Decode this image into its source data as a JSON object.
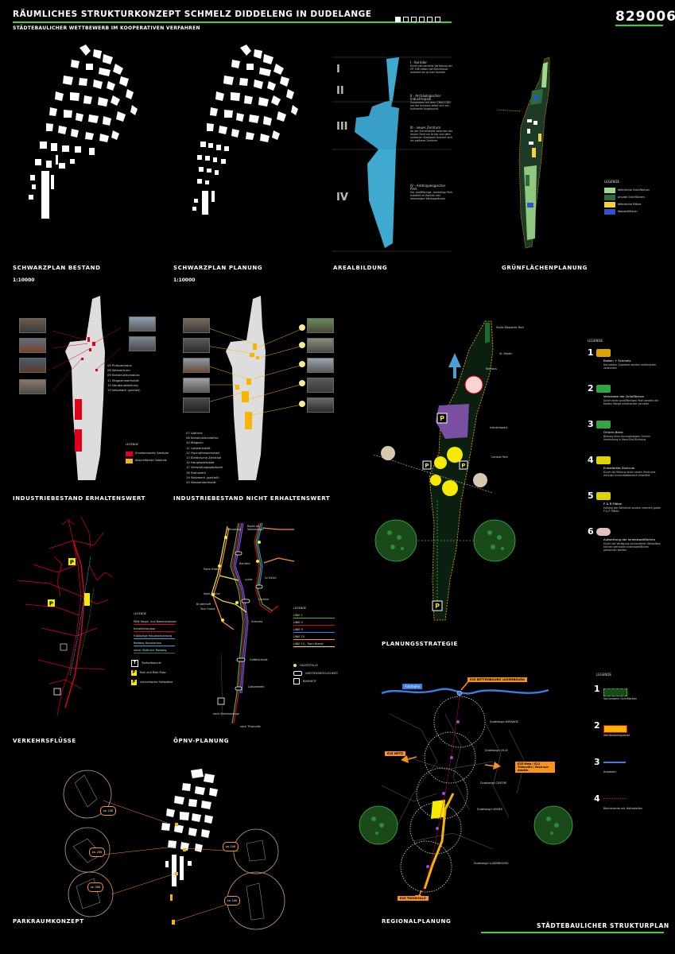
{
  "header": {
    "title": "RÄUMLICHES STRUKTURKONZEPT SCHMELZ DIDDELENG IN DUDELANGE",
    "subtitle": "STÄDTEBAULICHER WETTBEWERB IM KOOPERATIVEN VERFAHREN",
    "entry_number": "829006",
    "page_count": 6,
    "active_page": 1
  },
  "footer": {
    "label": "STÄDTEBAULICHER STRUKTURPLAN"
  },
  "panels": {
    "schwarzplan_bestand": {
      "label": "SCHWARZPLAN BESTAND",
      "scale": "1:10000"
    },
    "schwarzplan_planung": {
      "label": "SCHWARZPLAN PLANUNG",
      "scale": "1:10000"
    },
    "arealbildung": {
      "label": "AREALBILDUNG",
      "zones": [
        {
          "numeral": "I",
          "title": "I - Korridor",
          "text": "Durch die partielle Verlegung der CR 196 neben die Bahntrasse entsteht ein grüner Korridor"
        },
        {
          "numeral": "II",
          "title": "II - Archäologischer Industriepark",
          "text": "Zusammen mit dem CNA/CCDD um die Schmelz bildet sich ein kultureller Angelpunkt"
        },
        {
          "numeral": "III",
          "title": "III - neues Zentrum",
          "text": "An der Schnittstelle zwischen der neuen Zentrum Achse und dem südlichen Stadtpark formiert sich ein weiteres Zentrum"
        },
        {
          "numeral": "IV",
          "title": "IV - Anthropologischer Park",
          "text": "Der großflächige, dreieckige Park entsteht im Bereich des ehemaligen Werksgeländes"
        }
      ]
    },
    "gruenflaechenplanung": {
      "label": "GRÜNFLÄCHENPLANUNG",
      "legend_title": "LEGENDE",
      "legend": [
        {
          "label": "öffentliche Grünflächen",
          "color": "#9ed88a"
        },
        {
          "label": "private Grünflächen",
          "color": "#2f6b3a"
        },
        {
          "label": "öffentliche Plätze",
          "color": "#f5d23a"
        },
        {
          "label": "Wasserflächen",
          "color": "#2c55c8"
        }
      ]
    },
    "industrie_erhaltenswert": {
      "label": "INDUSTRIEBESTAND ERHALTENSWERT",
      "list": [
        "05 Pumpenhaus",
        "06 Wasserturm",
        "09 Konstruktionsbüro",
        "11 Magazinwerkstatt",
        "15 Neubauabteilung",
        "19 Walzwerk (partiell)"
      ],
      "legend_title": "LEGENDE",
      "legend": [
        {
          "label": "Erhaltenswerte Gebäude",
          "color": "#e0001a"
        },
        {
          "label": "Abzureißende Gebäude",
          "color": "#f6b500"
        }
      ]
    },
    "industrie_nicht_erhaltenswert": {
      "label": "INDUSTRIEBESTAND NICHT ERHALTENSWERT",
      "list": [
        "07 Ateliere",
        "08 Konstruktionsbüro",
        "10 Magazin",
        "11 Lokwerkstatt",
        "12 Hochofenwerkstatt",
        "13 Elektrische Zentrale",
        "14 Hauptwerkstatt",
        "17 Verwaltungsgebäude",
        "18 Stahlwerk",
        "19 Walzwerk (partiell)",
        "20 Wasserwerkstatt"
      ]
    },
    "verkehrsfluesse": {
      "label": "VERKEHRSFLÜSSE",
      "legend_title": "LEGENDE",
      "legend": [
        {
          "label": "PKW Haupt- und Nebenstrassen",
          "color": "#e0001a"
        },
        {
          "label": "Kreisfahrstrasse",
          "color": "#e0001a"
        },
        {
          "label": "Fußläufige Hauptverbindung",
          "color": "#2aa9e0"
        },
        {
          "label": "Radweg Hauptachse",
          "color": "#2aa9e0"
        },
        {
          "label": "neuer Südlicher Radweg",
          "color": "#1f7f2a"
        }
      ],
      "symbols": [
        {
          "label": "Taxihaltepunkt",
          "symbol": "T"
        },
        {
          "label": "Park and Ride Platz",
          "symbol": "P"
        },
        {
          "label": "unterirdische Stellplätze",
          "symbol": "P"
        }
      ]
    },
    "oepnv": {
      "label": "ÖPNV-PLANUNG",
      "legend_title": "LEGENDE",
      "lines": [
        {
          "label": "LINIE 1",
          "color": "#3ab54a"
        },
        {
          "label": "LINIE 4",
          "color": "#e0001a"
        },
        {
          "label": "LINIE 9",
          "color": "#3b7de0"
        },
        {
          "label": "LINIE 10",
          "color": "#f7931e"
        },
        {
          "label": "LINIE 14 - Tram Dienst",
          "color": "#f7ea3a"
        }
      ],
      "symbols": [
        "HALTESTELLE",
        "UMSTIEGSMÖGLICHKEIT",
        "BAHNHOF"
      ],
      "stops": [
        "Kreuzberg",
        "Route de Volmerange",
        "Barrière",
        "Porte d'Italie",
        "Lycée",
        "Saint Gaillot",
        "Bruderhoff",
        "Tour Ouest",
        "Le Deich",
        "Cantine",
        "Schmelz",
        "Gaffelschmitt",
        "Lotissement",
        "nach Kleinmorange",
        "nach Thionville"
      ]
    },
    "planungsstrategie": {
      "label": "PLANUNGSSTRATEGIE",
      "places": [
        "Stella Maprecht Park",
        "St. Martin",
        "Rathaus",
        "Industriepark",
        "Central Park"
      ],
      "legend_title": "LEGENDE",
      "legend": [
        {
          "number": "1",
          "title": "Balken + Schmelz",
          "text": "Die beiden Quartiere werden miteinander verbunden"
        },
        {
          "number": "2",
          "title": "Verbinden der Grünflächen",
          "text": "Durch einen großflächigen Park werden die beiden Hänge miteinander vernetzt"
        },
        {
          "number": "3",
          "title": "Grünes Band",
          "text": "Bildung einer durchgängigen Grünen Verbindung in Nord-Süd-Richtung"
        },
        {
          "number": "4",
          "title": "Erweitertes Zentrum",
          "text": "Durch die Bildung eines neuen Zentrums wird der Innenstadtbereich erweitert"
        },
        {
          "number": "5",
          "title": "P & R Plätze",
          "text": "Entlang der Bahnlinie wurden mehrere große P & R Plätze"
        },
        {
          "number": "6",
          "title": "Aufwertung der Innenstadtflächen",
          "text": "Durch die Verlegung vorhandener Stellplätze können wertvolle Innenstadtflächen gewonnen werden"
        }
      ]
    },
    "parkraum": {
      "label": "PARKRAUMKONZEPT",
      "tags": [
        "ca. 130",
        "ca. 250",
        "ca. 200",
        "ca. 100",
        "ca. 100"
      ]
    },
    "regional": {
      "label": "REGIONALPLANUNG",
      "road": "Autobahn",
      "routes": [
        "E25 BETTEMBOURG LUXEMBOURG",
        "E25 METZ",
        "E25 Metz / E12 Thionville / Esch-sur-Alzette"
      ],
      "stations": [
        "Dudelange BURANGE",
        "Dudelange VILLE",
        "Dudelange CENTRE",
        "Dudelange USINES",
        "Dudelange LUXEMBOURG"
      ],
      "bottom_tag": "E25 THIONVILLE",
      "legend_title": "LEGENDE",
      "legend": [
        {
          "number": "1",
          "label": "Vorhandene Grünflächen"
        },
        {
          "number": "2",
          "label": "Wettbewerbsgebiet"
        },
        {
          "number": "3",
          "label": "Autobahn"
        },
        {
          "number": "4",
          "label": "Bahnstrecke mit Haltestellen"
        }
      ]
    }
  }
}
